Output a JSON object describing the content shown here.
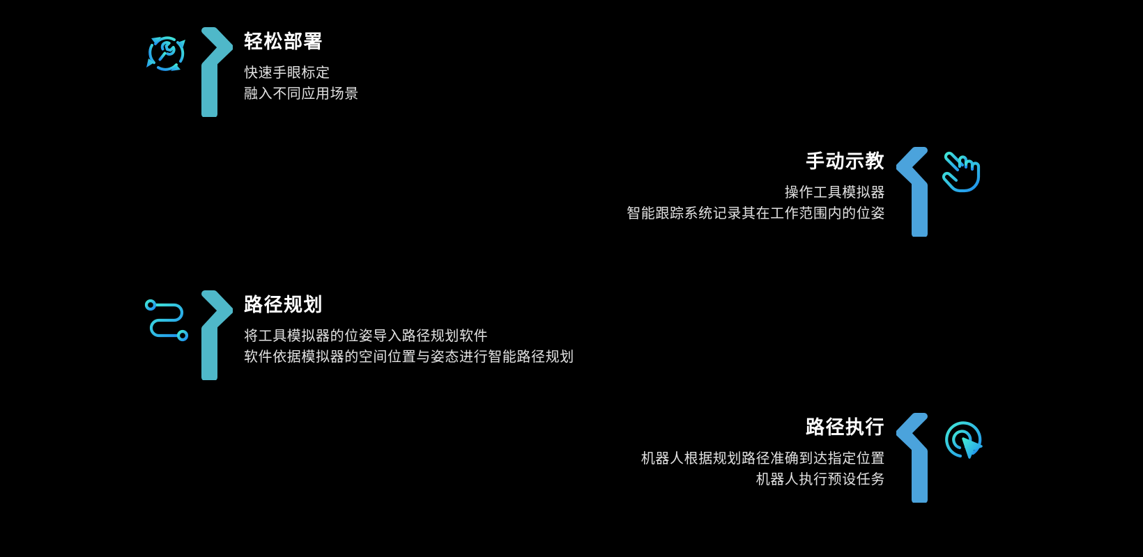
{
  "page": {
    "background_color": "#000000",
    "title_color": "#ffffff",
    "body_text_color": "#e2e2e2",
    "accent_teal": "#4FB8C9",
    "accent_blue": "#4BA3DC",
    "icon_gradient_from": "#42E8D6",
    "icon_gradient_to": "#1F8FEF"
  },
  "steps": [
    {
      "index": "1",
      "title": "轻松部署",
      "icon_name": "refresh-wrench-icon",
      "arrow_name": "chevron-right-arrow",
      "arrow_color": "#4FB8C9",
      "align": "left",
      "lines": [
        "快速手眼标定",
        "融入不同应用场景"
      ]
    },
    {
      "index": "2",
      "title": "手动示教",
      "icon_name": "pointing-hand-icon",
      "arrow_name": "chevron-left-arrow",
      "arrow_color": "#4BA3DC",
      "align": "right",
      "lines": [
        "操作工具模拟器",
        "智能跟踪系统记录其在工作范围内的位姿"
      ]
    },
    {
      "index": "3",
      "title": "路径规划",
      "icon_name": "route-path-icon",
      "arrow_name": "chevron-right-arrow",
      "arrow_color": "#4FB8C9",
      "align": "left",
      "lines": [
        "将工具模拟器的位姿导入路径规划软件",
        "软件依据模拟器的空间位置与姿态进行智能路径规划"
      ]
    },
    {
      "index": "4",
      "title": "路径执行",
      "icon_name": "target-cursor-icon",
      "arrow_name": "chevron-left-arrow",
      "arrow_color": "#4BA3DC",
      "align": "right",
      "lines": [
        "机器人根据规划路径准确到达指定位置",
        "机器人执行预设任务"
      ]
    }
  ]
}
